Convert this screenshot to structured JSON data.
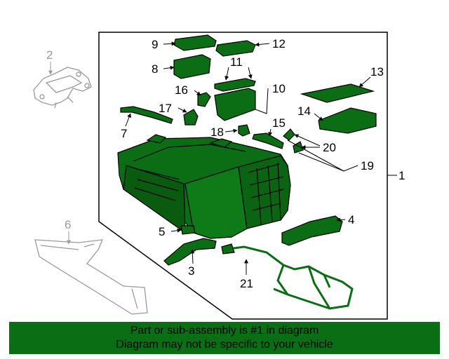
{
  "diagram": {
    "callouts": {
      "c1": "1",
      "c2": "2",
      "c3": "3",
      "c4": "4",
      "c5": "5",
      "c6": "6",
      "c7": "7",
      "c8": "8",
      "c9": "9",
      "c10": "10",
      "c11": "11",
      "c12": "12",
      "c13": "13",
      "c14": "14",
      "c15": "15",
      "c16": "16",
      "c17": "17",
      "c18": "18",
      "c19": "19",
      "c20": "20",
      "c21": "21"
    },
    "colors": {
      "part_fill": "#0c6e14",
      "outline": "#000000",
      "ghost_part": "#9a9a9a",
      "footer_bg": "#0a6e14"
    }
  },
  "footer": {
    "line1": "Part or sub-assembly is #1 in diagram",
    "line2": "Diagram may not be specific to your vehicle"
  }
}
